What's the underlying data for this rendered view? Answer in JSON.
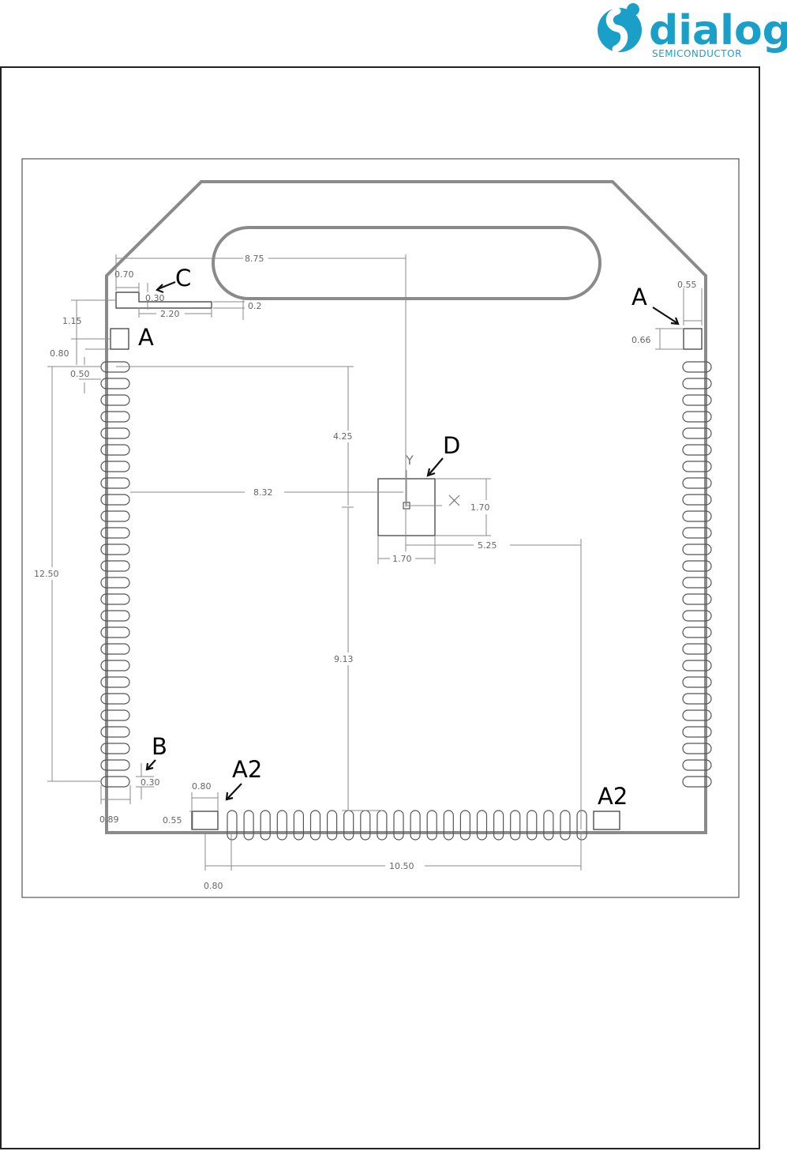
{
  "brand": {
    "name": "dialog",
    "tagline": "SEMICONDUCTOR",
    "color": "#1aa0c8"
  },
  "drawing": {
    "callouts": {
      "a_left": "A",
      "a_right": "A",
      "b": "B",
      "c": "C",
      "d": "D",
      "a2_left": "A2",
      "a2_right": "A2"
    },
    "axes": {
      "x": "X",
      "y": "Y"
    },
    "dimensions": {
      "d_8_75": "8.75",
      "d_0_70": "0.70",
      "d_0_30_c": "0.30",
      "d_2_20": "2.20",
      "d_0_2": "0.2",
      "d_1_15": "1.15",
      "d_0_80_top": "0.80",
      "d_0_50": "0.50",
      "d_0_55_top": "0.55",
      "d_0_66": "0.66",
      "d_4_25": "4.25",
      "d_8_32": "8.32",
      "d_1_70_v": "1.70",
      "d_5_25": "5.25",
      "d_1_70_h": "1.70",
      "d_12_50": "12.50",
      "d_9_13": "9.13",
      "d_0_30_b": "0.30",
      "d_0_89": "0.89",
      "d_0_80_a2": "0.80",
      "d_0_55_a2": "0.55",
      "d_10_50": "10.50",
      "d_0_80_bottom": "0.80"
    }
  },
  "colors": {
    "outline": "#8a8a8a",
    "pad": "#555555",
    "dimension": "#7a7a7a"
  }
}
